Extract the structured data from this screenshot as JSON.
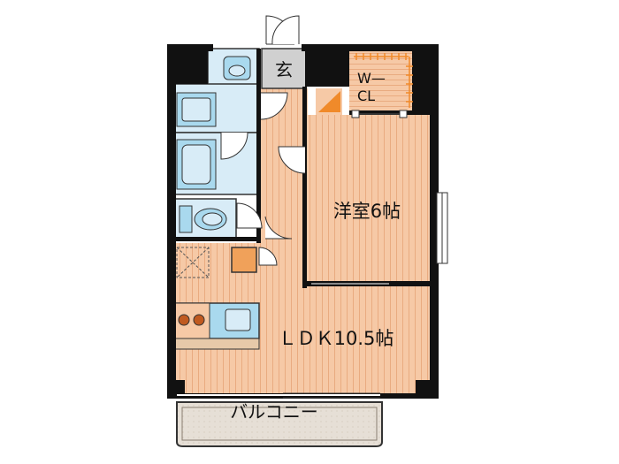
{
  "rooms": {
    "entrance": "玄",
    "walk_in_closet_line1": "W—",
    "walk_in_closet_line2": "CL",
    "western_room": "洋室6帖",
    "ldk": "ＬＤＫ10.5帖",
    "balcony": "バルコニー"
  },
  "colors": {
    "wall": "#111111",
    "floor_wood": "#f6c9a6",
    "wood_line": "#e9ab80",
    "wet_area": "#d8ecf7",
    "fixture": "#a9d9ee",
    "entrance_floor": "#d0d0d0",
    "balcony": "#e6dfd6",
    "accent_orange": "#f08a2a",
    "fridge_box": "#f0a15a",
    "stove_knob": "#c05a20"
  }
}
